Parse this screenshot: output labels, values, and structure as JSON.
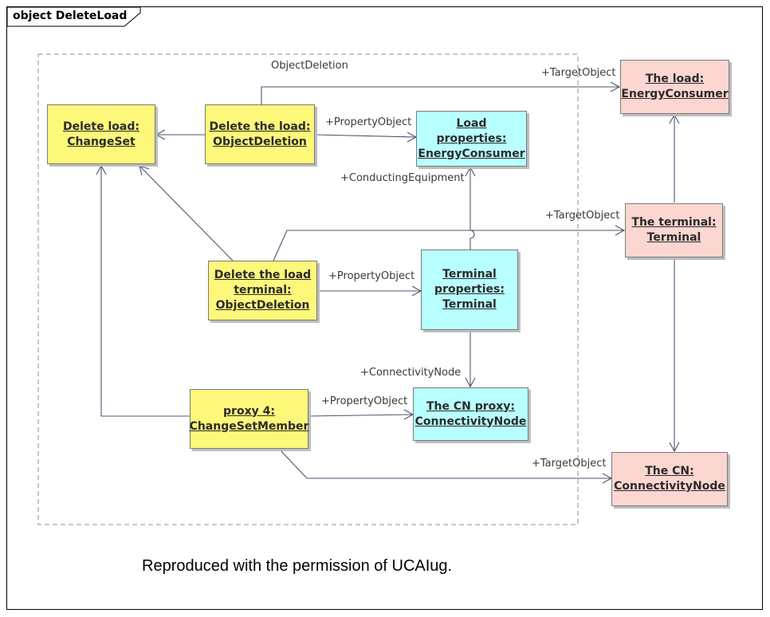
{
  "diagram": {
    "title": "object DeleteLoad",
    "group_label": "ObjectDeletion",
    "caption": "Reproduced with the permission of UCAIug.",
    "colors": {
      "changeset": "#fdf77a",
      "property": "#b8ffff",
      "target": "#fcd6d0"
    },
    "nodes": {
      "delete_load_changeset": [
        "Delete load:",
        "ChangeSet"
      ],
      "delete_the_load": [
        "Delete the load:",
        "ObjectDeletion"
      ],
      "load_properties": [
        "Load",
        "properties:",
        "EnergyConsumer"
      ],
      "the_load": [
        "The load:",
        "EnergyConsumer"
      ],
      "the_terminal": [
        "The terminal:",
        "Terminal"
      ],
      "delete_terminal": [
        "Delete the load",
        "terminal:",
        "ObjectDeletion"
      ],
      "terminal_properties": [
        "Terminal",
        "properties:",
        "Terminal"
      ],
      "proxy4": [
        "proxy 4:",
        "ChangeSetMember"
      ],
      "cn_proxy": [
        "The CN proxy:",
        "ConnectivityNode"
      ],
      "the_cn": [
        "The CN:",
        "ConnectivityNode"
      ]
    },
    "edge_labels": {
      "target1": "+TargetObject",
      "property1": "+PropertyObject",
      "conducting": "+ConductingEquipment",
      "target2": "+TargetObject",
      "property2": "+PropertyObject",
      "connectivity": "+ConnectivityNode",
      "property3": "+PropertyObject",
      "target3": "+TargetObject"
    }
  }
}
